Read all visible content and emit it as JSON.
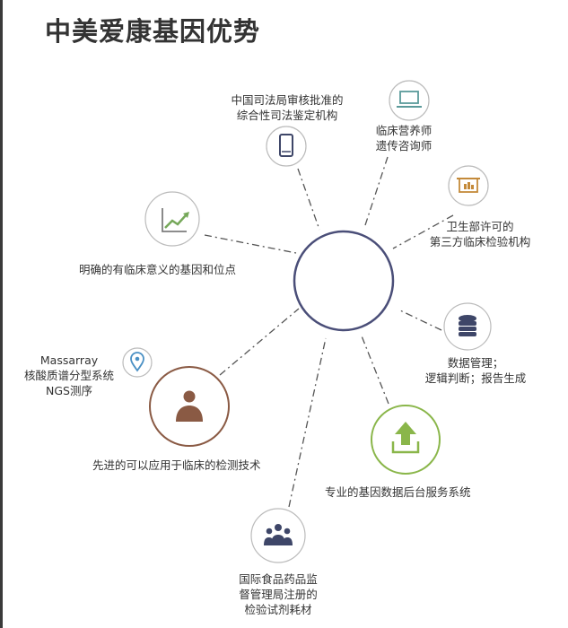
{
  "title": "中美爱康基因优势",
  "colors": {
    "hub": "#4a4e78",
    "grey_icon": "#7d7d7d",
    "green_icon": "#76a85a",
    "teal_icon": "#5a9a9a",
    "orange_icon": "#c48a3a",
    "navy_icon": "#3e4668",
    "blue_icon": "#4a90c4",
    "brown_icon": "#8a5a44",
    "lime_icon": "#8ab64a",
    "connector": "#555555"
  },
  "nodes": [
    {
      "id": "judicial",
      "icon": "mobile-phone-icon",
      "lines": [
        "中国司法局审核批准的",
        "综合性司法鉴定机构"
      ]
    },
    {
      "id": "nutrition",
      "icon": "laptop-icon",
      "lines": [
        "临床营养师",
        "遗传咨询师"
      ]
    },
    {
      "id": "health-ministry",
      "icon": "presentation-board-icon",
      "lines": [
        "卫生部许可的",
        "第三方临床检验机构"
      ]
    },
    {
      "id": "sites",
      "icon": "growth-chart-icon",
      "lines": [
        "明确的有临床意义的基因和位点"
      ]
    },
    {
      "id": "database",
      "icon": "database-icon",
      "lines": [
        "数据管理；",
        "逻辑判断；报告生成"
      ]
    },
    {
      "id": "massarray",
      "icon": "location-pin-icon",
      "lines": [
        "Massarray",
        "核酸质谱分型系统",
        "NGS测序"
      ]
    },
    {
      "id": "advanced-tech",
      "icon": "person-icon",
      "lines": [
        "先进的可以应用于临床的检测技术"
      ]
    },
    {
      "id": "backend",
      "icon": "upload-icon",
      "lines": [
        "专业的基因数据后台服务系统"
      ]
    },
    {
      "id": "fda",
      "icon": "team-icon",
      "lines": [
        "国际食品药品监",
        "督管理局注册的",
        "检验试剂耗材"
      ]
    }
  ]
}
